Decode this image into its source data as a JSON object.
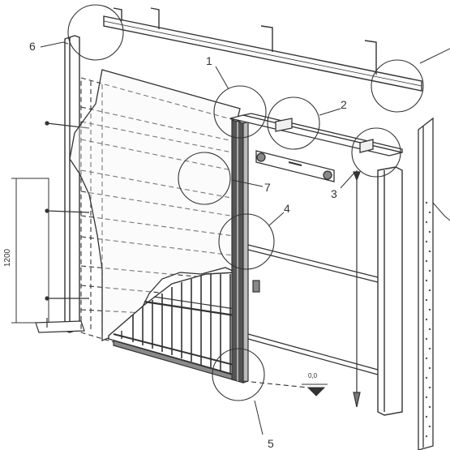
{
  "diagram": {
    "callouts": [
      {
        "id": "1",
        "label": "1"
      },
      {
        "id": "2",
        "label": "2"
      },
      {
        "id": "3",
        "label": "3"
      },
      {
        "id": "4",
        "label": "4"
      },
      {
        "id": "5",
        "label": "5"
      },
      {
        "id": "6",
        "label": "6"
      },
      {
        "id": "7",
        "label": "7"
      }
    ],
    "dimension_label": "1200",
    "reference_label": "0,0",
    "colors": {
      "line": "#333333",
      "background": "#ffffff",
      "board": "#f4f4f4",
      "rail": "#8a8a8a"
    }
  }
}
